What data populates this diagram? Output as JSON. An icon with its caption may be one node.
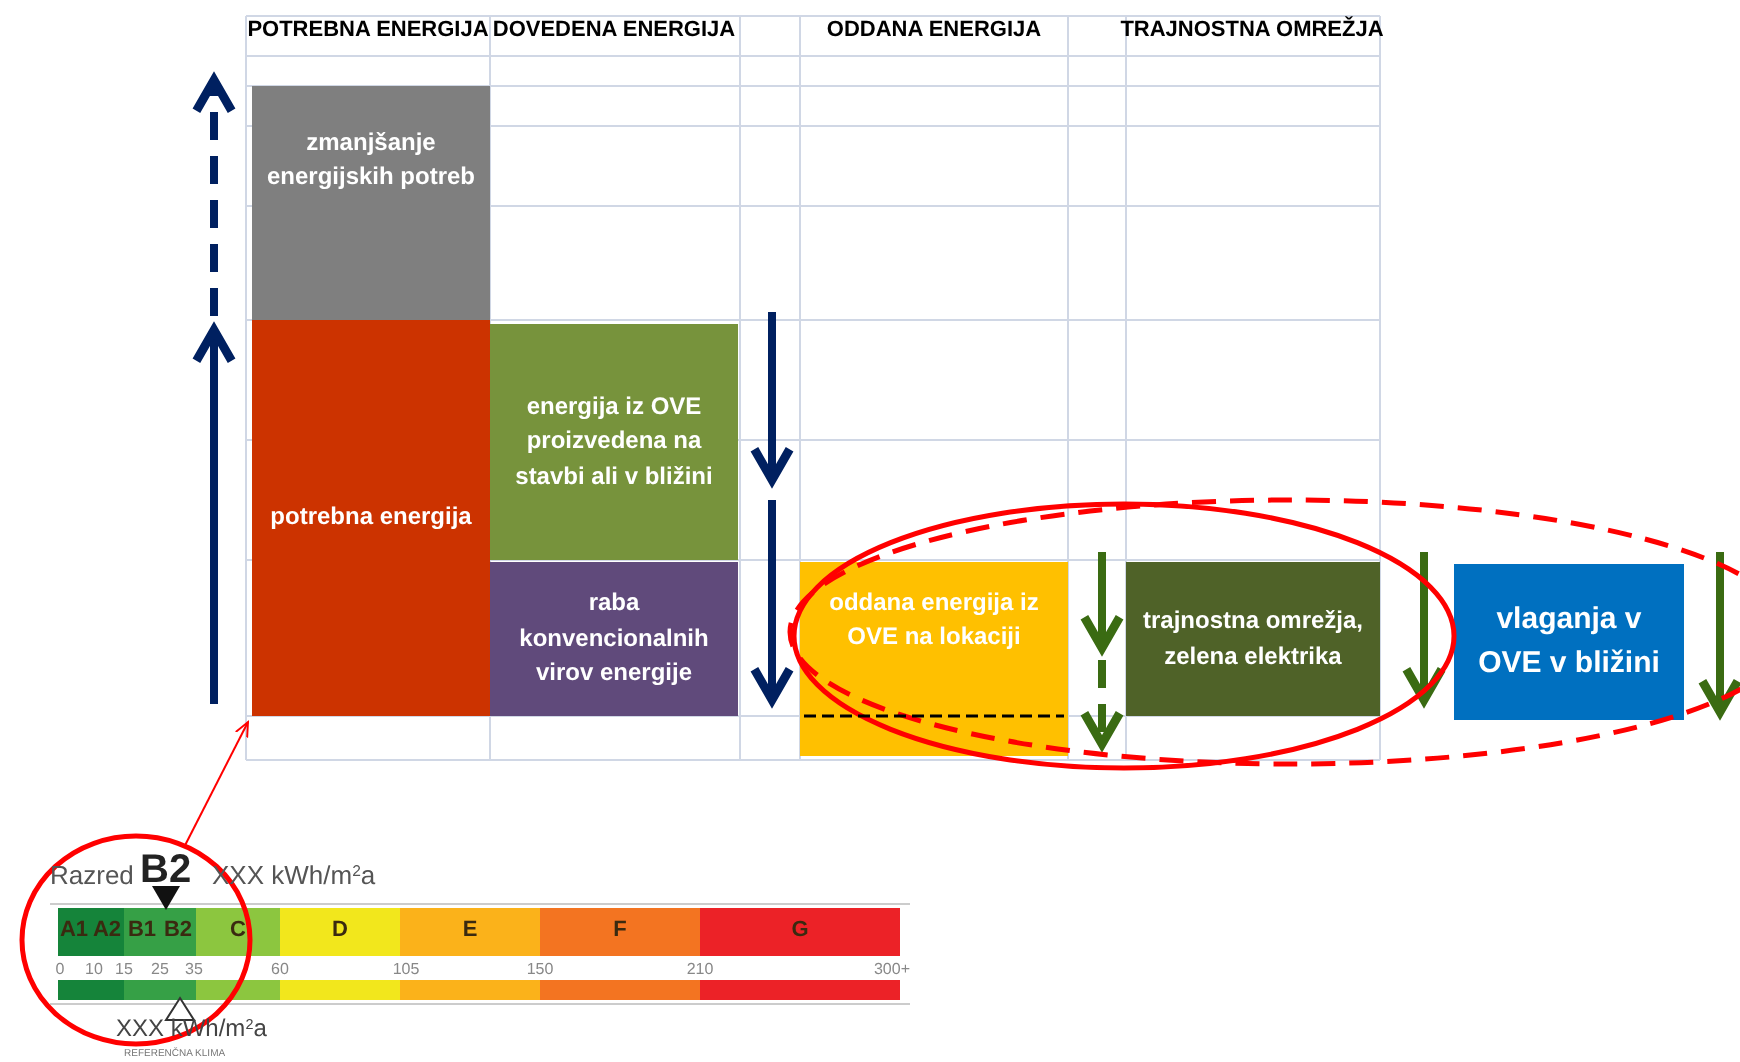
{
  "diagram": {
    "nodes": [
      {
        "text": [
          "zmanjšanje energijskih potreb"
        ]
      },
      {
        "text": [
          "potrebna energija"
        ]
      },
      {
        "text": [
          "energija iz OVE proizvedena na stavbi ali v bližini"
        ]
      },
      {
        "text": [
          "raba konvencionalnih virov energije"
        ]
      },
      {
        "text": [
          "oddana energija iz OVE na lokaciji"
        ]
      },
      {
        "text": [
          "trajnostna omrežja, zelena elektrika"
        ]
      },
      {
        "text": [
          "vlaganja v OVE v bližini"
        ]
      },
      {
        "text": [],
        "shape": "circle"
      }
    ],
    "edges": [
      {
        "from": 7,
        "to": 1,
        "arrow": "to",
        "color": "#ff0000"
      }
    ],
    "labels": [
      "POTREBNA ENERGIJA",
      "DOVEDENA ENERGIJA",
      "ODDANA ENERGIJA",
      "TRAJNOSTNA OMREŽJA",
      "Razred",
      "B2",
      "XXX kWh/m$^{2}$a",
      "A1",
      "A2",
      "B1",
      "B2",
      "C",
      "D",
      "E",
      "F",
      "G",
      "0",
      "10",
      "15",
      "25",
      "35",
      "60",
      "105",
      "150",
      "210",
      "300+",
      "XXX kWh/m$^{2}$a",
      "REFERENČNA KLIMA"
    ]
  }
}
